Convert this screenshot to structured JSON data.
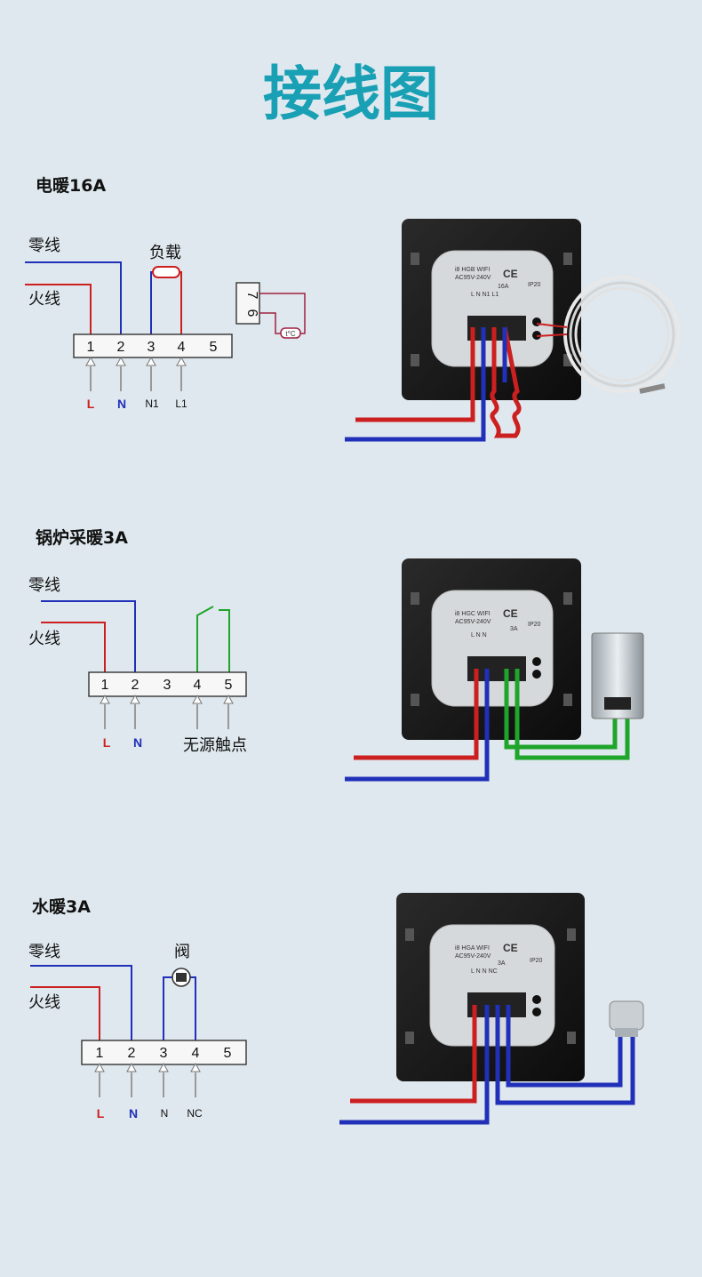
{
  "title": "接线图",
  "colors": {
    "live": "#cc2020",
    "neutral": "#2030b8",
    "dry": "#1ea52a",
    "title": "#19a0b4"
  },
  "sections": [
    {
      "heading": "电暖16A",
      "zero_line": "零线",
      "fire_line": "火线",
      "load_label": "负载",
      "terminals": [
        "1",
        "2",
        "3",
        "4",
        "5"
      ],
      "signals": [
        "L",
        "N",
        "N1",
        "L1"
      ],
      "sensor_terminals": [
        "7",
        "6"
      ],
      "sensor_label": "t°C",
      "device": {
        "model": "i8 HGB WIFI",
        "rating": "AC95V-240V",
        "current": "16A",
        "pins": "L N N1 L1",
        "ip": "IP20"
      }
    },
    {
      "heading": "锅炉采暖3A",
      "zero_line": "零线",
      "fire_line": "火线",
      "terminals": [
        "1",
        "2",
        "3",
        "4",
        "5"
      ],
      "signals": [
        "L",
        "N"
      ],
      "dry_contact_label": "无源触点",
      "device": {
        "model": "i8 HGC WIFI",
        "rating": "AC95V-240V",
        "current": "3A",
        "pins": "L N N",
        "ip": "IP20"
      }
    },
    {
      "heading": "水暖3A",
      "zero_line": "零线",
      "fire_line": "火线",
      "valve_label": "阀",
      "terminals": [
        "1",
        "2",
        "3",
        "4",
        "5"
      ],
      "signals": [
        "L",
        "N",
        "N",
        "NC"
      ],
      "device": {
        "model": "i8 HGA WIFI",
        "rating": "AC95V-240V",
        "current": "3A",
        "pins": "L N N NC",
        "ip": "IP20"
      }
    }
  ]
}
